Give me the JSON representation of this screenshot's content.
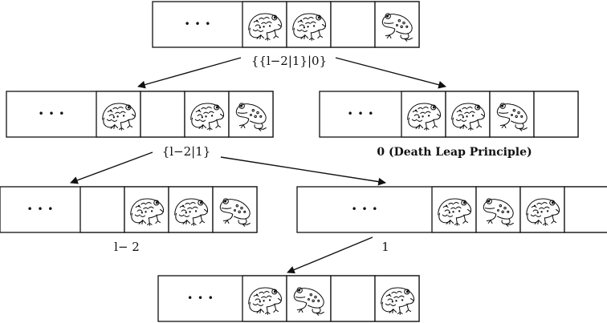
{
  "ellipsis": "· · ·",
  "colors": {
    "ink": "#111111",
    "paper": "#ffffff"
  },
  "icons": {
    "toad": "toad-icon",
    "frog": "frog-icon"
  },
  "positions": [
    {
      "id": "root",
      "cells": [
        "toad",
        "toad",
        "empty",
        "frog"
      ],
      "label": "{{l−2|1}|0}"
    },
    {
      "id": "left",
      "cells": [
        "toad",
        "empty",
        "toad",
        "frog"
      ],
      "label": "{l−2|1}"
    },
    {
      "id": "right",
      "cells": [
        "toad",
        "toad",
        "frog",
        "empty"
      ],
      "label": "0 (Death Leap Principle)"
    },
    {
      "id": "ll",
      "cells": [
        "empty",
        "toad",
        "toad",
        "frog"
      ],
      "label": "l− 2"
    },
    {
      "id": "lr",
      "cells": [
        "toad",
        "frog",
        "toad",
        "empty"
      ],
      "label": "1"
    },
    {
      "id": "bottom",
      "cells": [
        "toad",
        "frog",
        "empty",
        "toad"
      ],
      "label": ""
    }
  ]
}
